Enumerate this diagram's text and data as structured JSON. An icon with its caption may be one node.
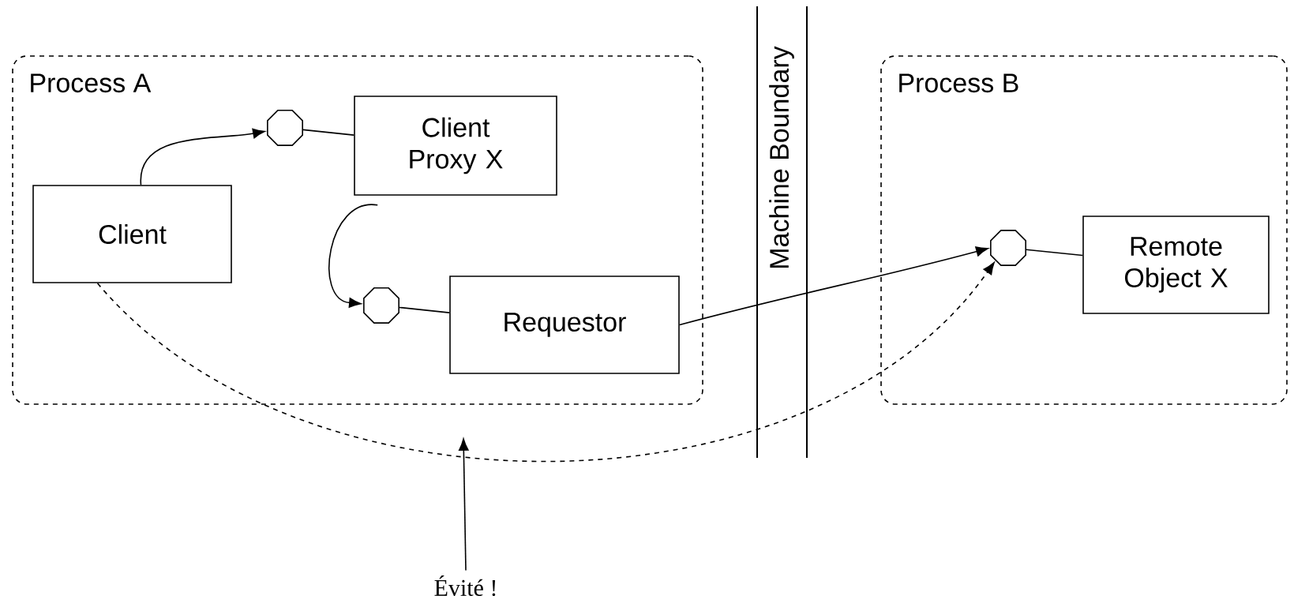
{
  "diagram": {
    "nodes": [
      {
        "text": [
          "Process A"
        ]
      },
      {
        "text": [
          "Client Proxy X"
        ],
        "in": 0
      },
      {
        "text": [
          "Client"
        ],
        "in": 0
      },
      {
        "text": [
          "Requestor"
        ],
        "in": 0
      },
      {
        "text": [],
        "shape": "circle",
        "in": 0
      },
      {
        "text": [],
        "shape": "circle",
        "in": 0
      },
      {
        "text": [
          "Process B"
        ]
      },
      {
        "text": [
          "Remote Object X"
        ],
        "in": 6
      },
      {
        "text": [],
        "shape": "circle",
        "in": 6
      },
      {
        "text": [
          "Évité !"
        ]
      }
    ],
    "edges": [
      {
        "from": 2,
        "to": 4,
        "arrow": "to"
      },
      {
        "from": 4,
        "to": 1,
        "arrow": "none"
      },
      {
        "from": 1,
        "to": 5,
        "arrow": "to"
      },
      {
        "from": 5,
        "to": 3,
        "arrow": "none"
      },
      {
        "from": 3,
        "to": 8,
        "arrow": "to"
      },
      {
        "from": 8,
        "to": 7,
        "arrow": "none"
      },
      {
        "from": 2,
        "to": 8,
        "arrow": "to",
        "style": "dashed"
      },
      {
        "from": 9,
        "to": null,
        "arrow": "to"
      }
    ],
    "labels": [
      "Machine Boundary"
    ]
  }
}
